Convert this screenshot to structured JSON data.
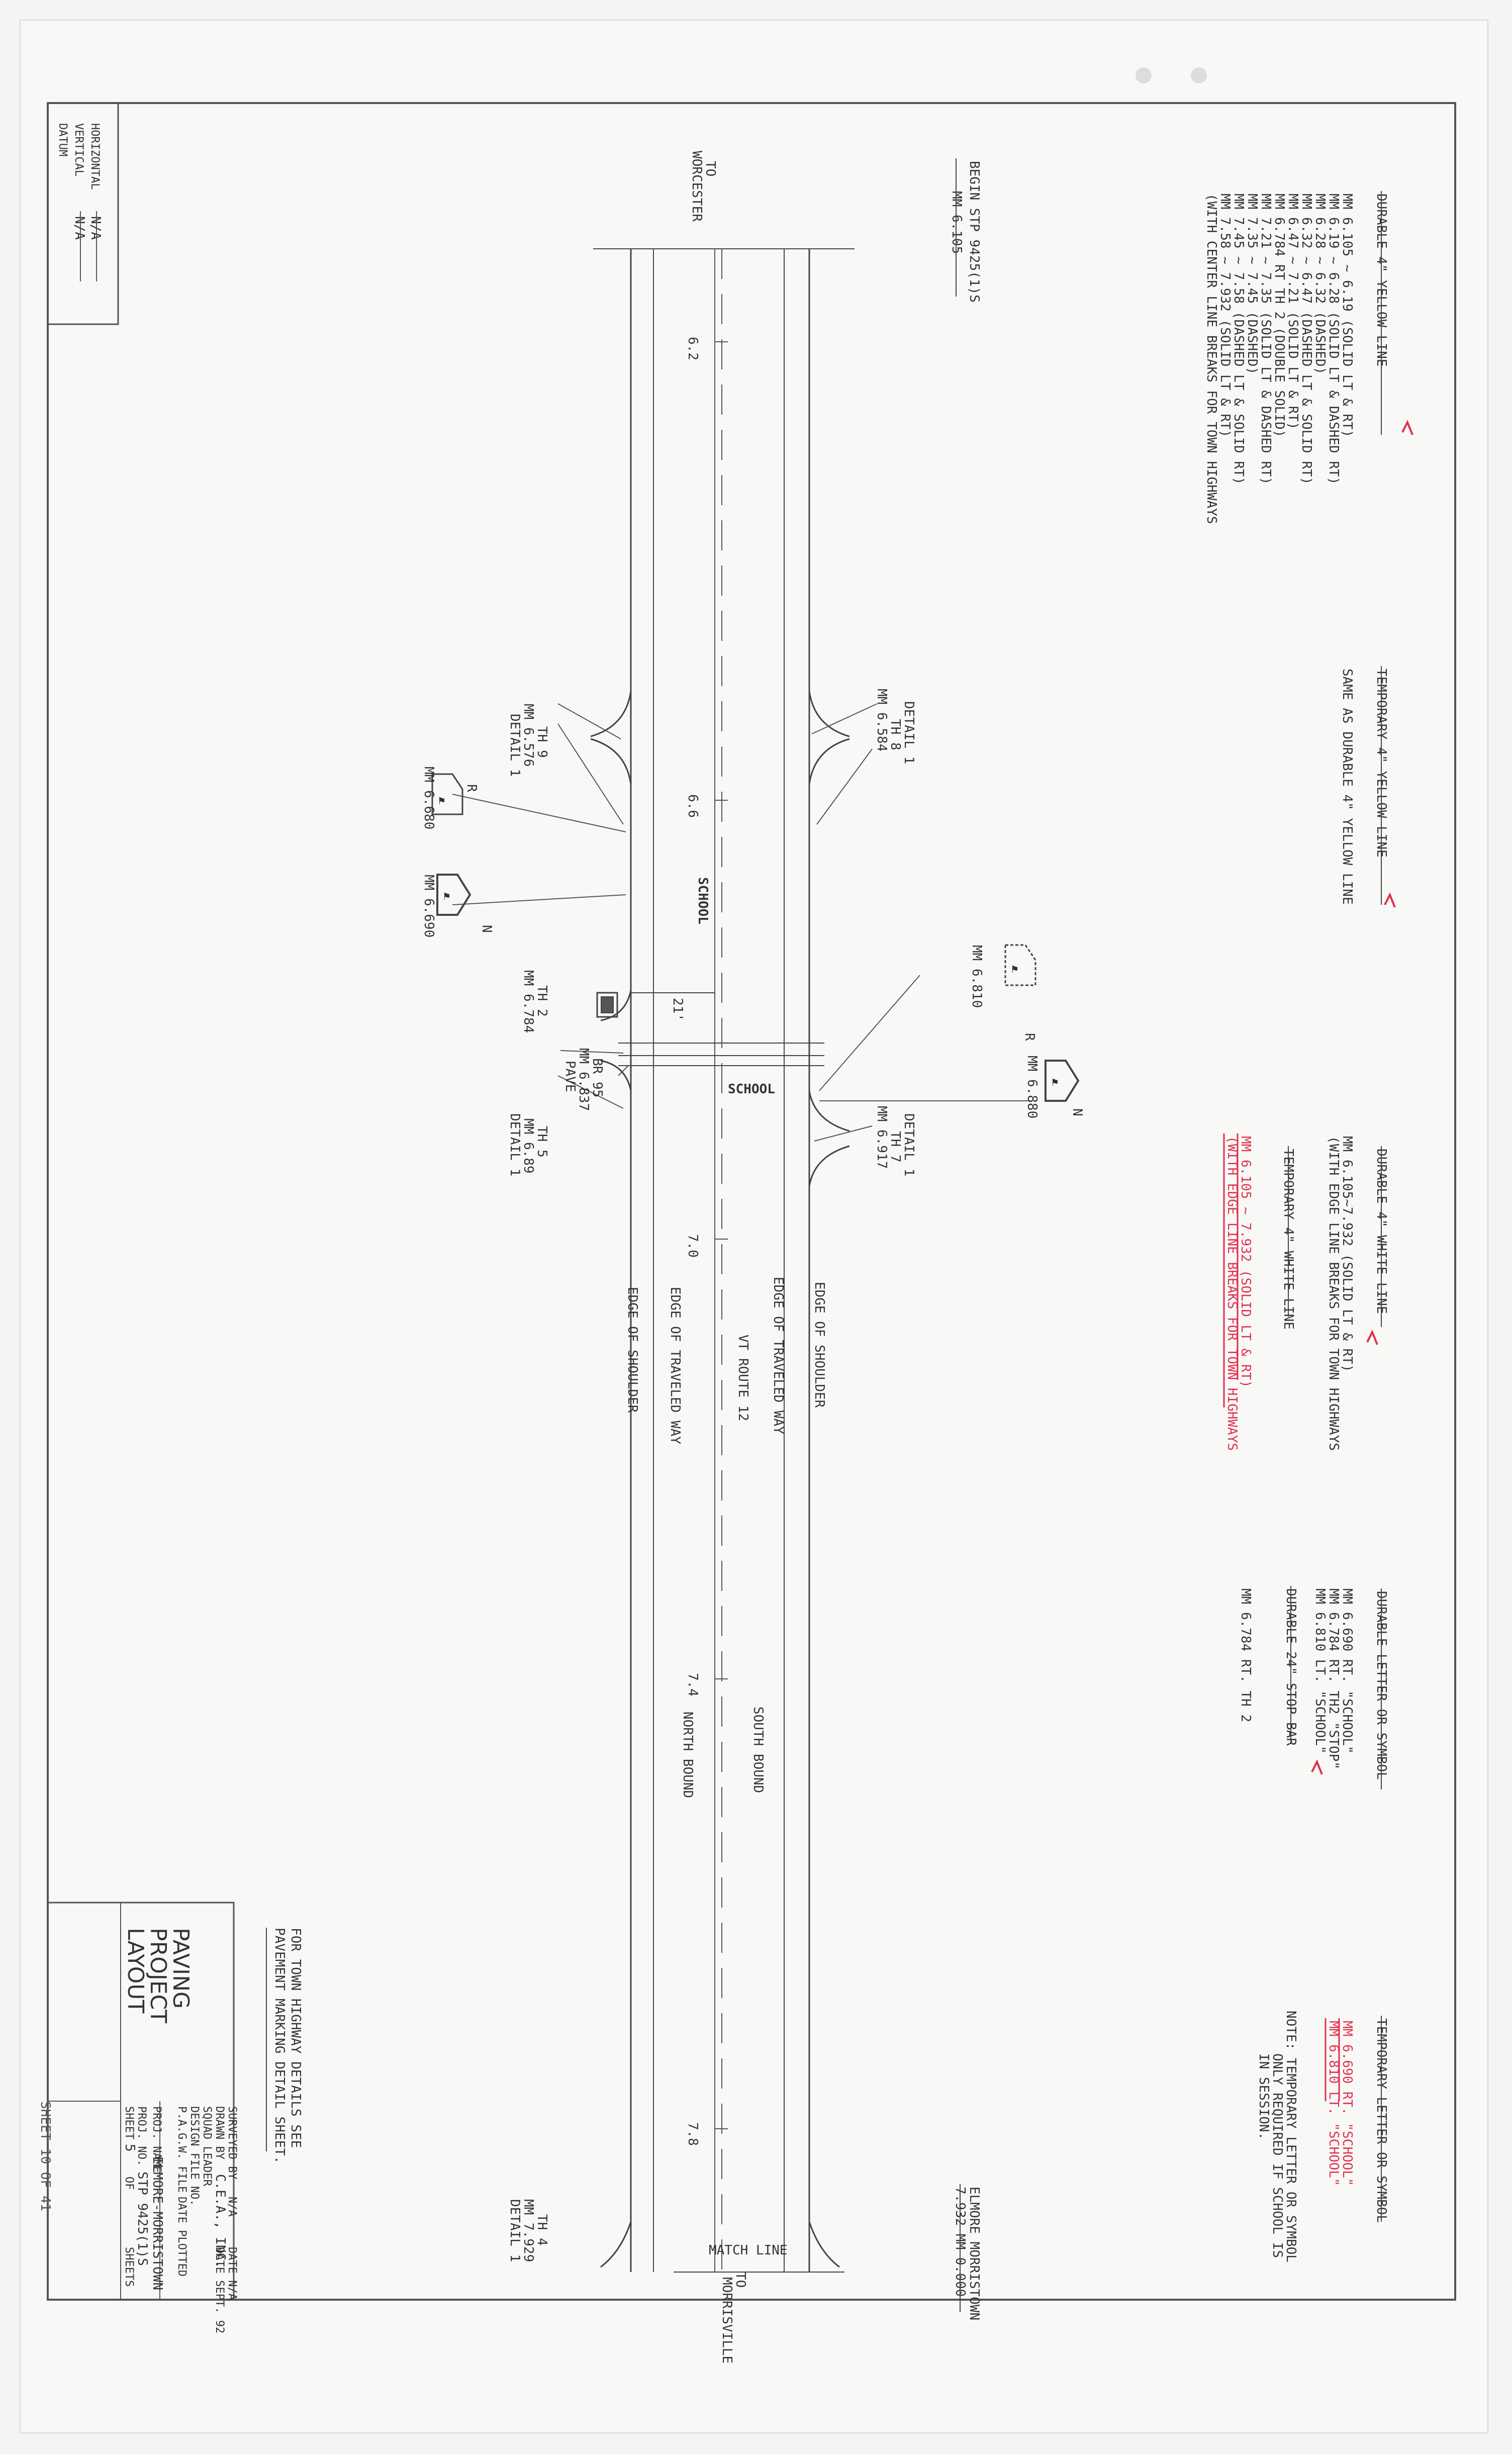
{
  "datum": {
    "title": "DATUM",
    "vertical_label": "VERTICAL",
    "vertical_value": "N/A",
    "horizontal_label": "HORIZONTAL",
    "horizontal_value": "N/A"
  },
  "notes": {
    "durable_yellow": {
      "title": "DURABLE 4\" YELLOW LINE",
      "lines": [
        "MM 6.105 ~ 6.19    (SOLID LT & RT)",
        "MM 6.19 ~ 6.28     (SOLID LT & DASHED RT)",
        "MM 6.28 ~ 6.32     (DASHED)",
        "MM 6.32 ~ 6.47     (DASHED LT & SOLID RT)",
        "MM 6.47 ~ 7.21     (SOLID LT & RT)",
        "MM 6.784 RT TH 2   (DOUBLE SOLID)",
        "MM 7.21 ~ 7.35     (SOLID LT & DASHED RT)",
        "MM 7.35 ~ 7.45     (DASHED)",
        "MM 7.45 ~ 7.58     (DASHED LT & SOLID RT)",
        "MM 7.58 ~ 7.932    (SOLID LT & RT)",
        "(WITH CENTER LINE BREAKS FOR TOWN HIGHWAYS"
      ]
    },
    "temporary_yellow": {
      "title": "TEMPORARY 4\" YELLOW LINE",
      "lines": [
        "SAME AS DURABLE 4\" YELLOW LINE"
      ]
    },
    "durable_white": {
      "title": "DURABLE 4\" WHITE LINE",
      "lines": [
        "MM 6.105~7.932     (SOLID LT & RT)",
        "(WITH EDGE LINE BREAKS FOR TOWN HIGHWAYS"
      ]
    },
    "temporary_white": {
      "title": "TEMPORARY 4\" WHITE LINE",
      "lines": [
        "MM 6.105 ~ 7.932   (SOLID LT & RT)",
        "(WITH EDGE LINE BREAKS FOR TOWN HIGHWAYS"
      ]
    },
    "durable_letter": {
      "title": "DURABLE LETTER OR SYMBOL",
      "lines": [
        "MM 6.690 RT.      \"SCHOOL\"",
        "MM 6.784 RT. TH2 \"STOP\"",
        "MM 6.810 LT.      \"SCHOOL\""
      ]
    },
    "stop_bar": {
      "title": "DURABLE 24\" STOP BAR",
      "lines": [
        "MM 6.784 RT. TH 2"
      ]
    },
    "temporary_letter": {
      "title": "TEMPORARY LETTER OR SYMBOL",
      "lines": [
        "MM 6.690 RT.   \"SCHOOL\"",
        "MM 6.810 LT.   \"SCHOOL\""
      ]
    },
    "note": {
      "lines": [
        "NOTE: TEMPORARY LETTER OR SYMBOL",
        "ONLY REQUIRED IF SCHOOL IS",
        "IN SESSION."
      ]
    }
  },
  "road": {
    "to_left": "TO",
    "to_left_place": "WORCESTER",
    "to_right": "TO",
    "to_right_place": "MORRISVILLE",
    "begin_label": "BEGIN STP 9425(1)S",
    "begin_mm": "MM 6.105",
    "end_town": "ELMORE  MORRISTOWN",
    "end_mm": "7.932  MM 0.000",
    "match_line": "MATCH LINE",
    "edge_shoulder": "EDGE OF SHOULDER",
    "edge_traveled": "EDGE OF TRAVELED WAY",
    "route": "VT ROUTE 12",
    "south_bound": "SOUTH BOUND",
    "north_bound": "NORTH BOUND",
    "school": "SCHOOL",
    "mileposts": [
      "6.2",
      "6.6",
      "7.0",
      "7.4",
      "7.8"
    ],
    "width_dim": "21'"
  },
  "callouts": {
    "th9": [
      "TH 9",
      "MM 6.576",
      "DETAIL 1"
    ],
    "th8": [
      "DETAIL 1",
      "TH 8",
      "MM 6.584"
    ],
    "th2": [
      "TH 2",
      "MM 6.784"
    ],
    "br95": [
      "BR 95",
      "MM 6.837",
      "PAVE"
    ],
    "th5": [
      "TH 5",
      "MM 6.89",
      "DETAIL 1"
    ],
    "th7": [
      "DETAIL 1",
      "TH 7",
      "MM 6.917"
    ],
    "th4": [
      "TH 4",
      "MM 7.929",
      "DETAIL 1"
    ],
    "sign_680": "MM 6.680",
    "sign_690": "MM 6.690",
    "sign_810": "MM 6.810",
    "sign_880": "MM 6.880",
    "sign_R": "R",
    "sign_N": "N"
  },
  "title_block": {
    "note_line1": "FOR TOWN HIGHWAY DETAILS SEE",
    "note_line2": "PAVEMENT MARKING DETAIL SHEET.",
    "title_line1": "PAVING",
    "title_line2": "PROJECT",
    "title_line3": "LAYOUT",
    "surveyed_by": "SURVEYED BY",
    "surveyed_value": "N/A",
    "surveyed_date": "DATE N/A",
    "drawn_by": "DRAWN BY",
    "drawn_value": "C.E.A., INC.",
    "drawn_date": "DATE SEPT. 92",
    "squad_leader": "SQUAD LEADER",
    "design_file": "DESIGN FILE NO.",
    "pagw": "P.A.G.W. FILE",
    "date_plotted": "DATE PLOTTED",
    "proj_name_label": "PROJ. NAME",
    "proj_name": "ELMORE-MORRISTOWN",
    "proj_no_label": "PROJ. NO.",
    "proj_no": "STP 9425(1)S",
    "sheet_label": "SHEET",
    "sheet_no": "5",
    "of_label": "OF",
    "sheets_label": "SHEETS",
    "handwritten_sheet": "SHEET 10 OF 41"
  }
}
